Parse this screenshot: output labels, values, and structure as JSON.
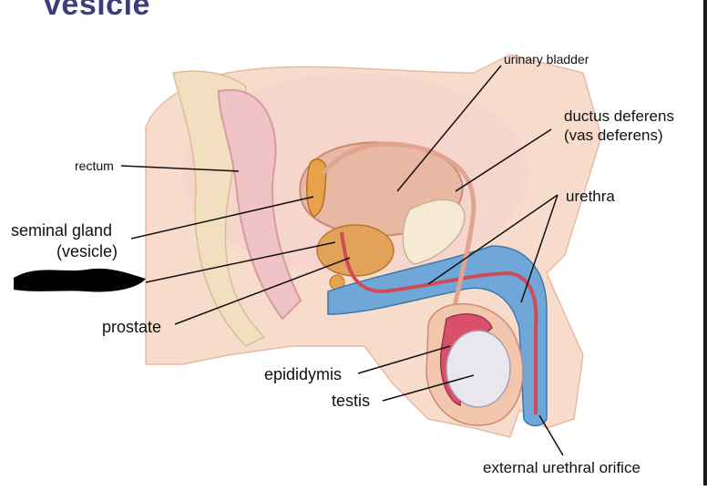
{
  "title": "vesicle",
  "labels": {
    "urinary_bladder": "urinary bladder",
    "ductus_deferens_1": "ductus deferens",
    "ductus_deferens_2": "(vas deferens)",
    "rectum": "rectum",
    "urethra": "urethra",
    "seminal_gland_1": "seminal gland",
    "seminal_gland_2": "(vesicle)",
    "prostate": "prostate",
    "epididymis": "epididymis",
    "testis": "testis",
    "external_urethral_orifice": "external urethral orifice"
  },
  "colors": {
    "skin": "#f7d9c4",
    "rectum": "#f3c9cc",
    "bladder": "#e8b7a2",
    "prostate": "#e3a25a",
    "seminal": "#e8a24b",
    "spongy": "#6fa7d8",
    "urethra": "#cf4b55",
    "testis": "#e9e6ee",
    "epididymis": "#d9506a",
    "redaction": "#000000"
  }
}
